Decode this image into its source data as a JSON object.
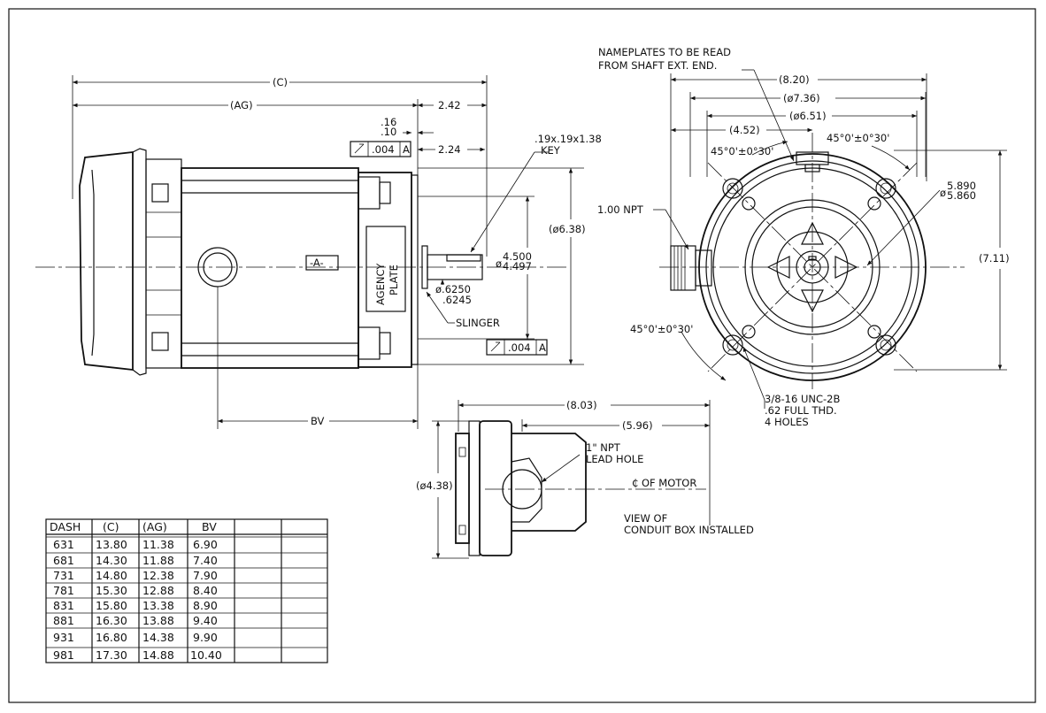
{
  "labels": {
    "nameplates_1": "NAMEPLATES TO BE READ",
    "nameplates_2": "FROM SHAFT EXT. END.",
    "dim_c": "(C)",
    "dim_ag": "(AG)",
    "dim_242": "2.42",
    "dim_224": "2.24",
    "dim_16": ".16",
    "dim_10": ".10",
    "tol_value": ".004",
    "tol_datum": "A",
    "key_1": ".19x.19x1.38",
    "key_2": "KEY",
    "dia_638": "(ø6.38)",
    "shaft_dia_1": "4.500",
    "shaft_dia_2": "4.497",
    "shaft_dia_prefix": "ø",
    "pilot_1": "ø.6250",
    "pilot_2": ".6245",
    "datum_a": "-A-",
    "agency_1": "AGENCY",
    "agency_2": "PLATE",
    "slinger": "SLINGER",
    "bv": "BV",
    "dim_820": "(8.20)",
    "dim_736": "(ø7.36)",
    "dim_651": "(ø6.51)",
    "dim_452": "(4.52)",
    "angle": "45°0'±0°30'",
    "npt_100": "1.00 NPT",
    "bolt_dia_1": "5.890",
    "bolt_dia_2": "5.860",
    "dim_711": "(7.11)",
    "thread_1": "3/8-16 UNC-2B",
    "thread_2": ".62 FULL THD.",
    "thread_3": "4 HOLES",
    "dim_803": "(8.03)",
    "dim_596": "(5.96)",
    "dim_438": "(ø4.38)",
    "lead_1": "1\" NPT",
    "lead_2": "LEAD HOLE",
    "cl_motor": "₵ OF MOTOR",
    "view_1": "VIEW OF",
    "view_2": "CONDUIT BOX INSTALLED"
  },
  "table": {
    "headers": [
      "DASH",
      "(C)",
      "(AG)",
      "BV",
      "",
      ""
    ],
    "rows": [
      [
        "631",
        "13.80",
        "11.38",
        "6.90",
        "",
        ""
      ],
      [
        "681",
        "14.30",
        "11.88",
        "7.40",
        "",
        ""
      ],
      [
        "731",
        "14.80",
        "12.38",
        "7.90",
        "",
        ""
      ],
      [
        "781",
        "15.30",
        "12.88",
        "8.40",
        "",
        ""
      ],
      [
        "831",
        "15.80",
        "13.38",
        "8.90",
        "",
        ""
      ],
      [
        "881",
        "16.30",
        "13.88",
        "9.40",
        "",
        ""
      ],
      [
        "931",
        "16.80",
        "14.38",
        "9.90",
        "",
        ""
      ],
      [
        "981",
        "17.30",
        "14.88",
        "10.40",
        "",
        ""
      ]
    ]
  }
}
